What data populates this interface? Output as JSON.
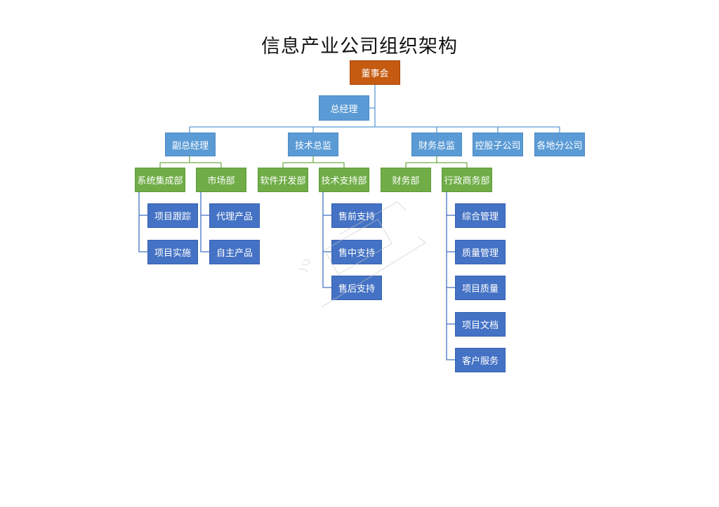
{
  "title": "信息产业公司组织架构",
  "colors": {
    "board": "#c55a11",
    "manager": "#5b9bd5",
    "department": "#70ad47",
    "unit": "#4472c4",
    "line_blue": "#5b9bd5",
    "line_green": "#70ad47",
    "line_unit": "#4472c4"
  },
  "org": {
    "board": "董事会",
    "gm": "总经理",
    "level1": {
      "deputy_gm": "副总经理",
      "tech_director": "技术总监",
      "finance_director": "财务总监",
      "holding_subsidiary": "控股子公司",
      "branches": "各地分公司"
    },
    "deputy_gm_depts": {
      "system_integration": {
        "name": "系统集成部",
        "units": [
          "项目跟踪",
          "项目实施"
        ]
      },
      "marketing": {
        "name": "市场部",
        "units": [
          "代理产品",
          "自主产品"
        ]
      }
    },
    "tech_depts": {
      "software_dev": {
        "name": "软件开发部"
      },
      "tech_support": {
        "name": "技术支持部",
        "units": [
          "售前支持",
          "售中支持",
          "售后支持"
        ]
      }
    },
    "finance_depts": {
      "finance": {
        "name": "财务部"
      },
      "admin_business": {
        "name": "行政商务部",
        "units": [
          "综合管理",
          "质量管理",
          "项目质量",
          "项目文档",
          "客户服务"
        ]
      }
    }
  }
}
